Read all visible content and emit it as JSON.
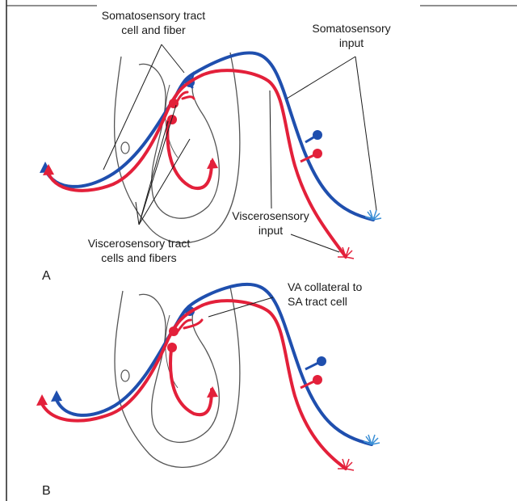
{
  "figure": {
    "colors": {
      "somatosensory": "#1f4fae",
      "viscerosensory": "#e3203a",
      "outline": "#555555",
      "text": "#1a1a1a"
    },
    "panel_a": {
      "letter": "A",
      "labels": {
        "soma_tract_line1": "Somatosensory tract",
        "soma_tract_line2": "cell and fiber",
        "soma_input_line1": "Somatosensory",
        "soma_input_line2": "input",
        "visc_input_line1": "Viscerosensory",
        "visc_input_line2": "input",
        "visc_tract_line1": "Viscerosensory tract",
        "visc_tract_line2": "cells and fibers"
      }
    },
    "panel_b": {
      "letter": "B",
      "labels": {
        "va_collateral_line1": "VA collateral to",
        "va_collateral_line2": "SA tract cell"
      }
    }
  }
}
